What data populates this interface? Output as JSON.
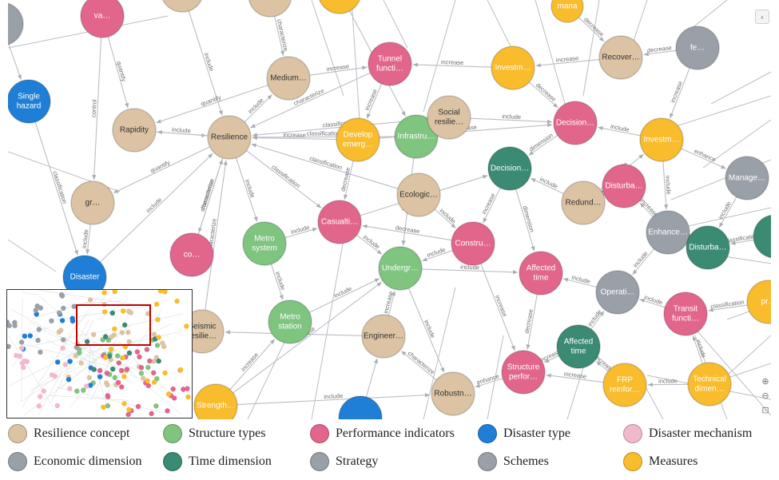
{
  "controls": {
    "collapse_icon": "‹",
    "zoom_in_icon": "⊕",
    "zoom_out_icon": "⊖",
    "fit_icon": "⊡"
  },
  "colors": {
    "Resilience concept": "#dcc3a3",
    "Structure types": "#7fc47f",
    "Performance indicators": "#e2668c",
    "Disaster type": "#1f7fd6",
    "Disaster mechanism": "#f2b8cb",
    "Economic dimension": "#9aa0a8",
    "Time dimension": "#3a8a74",
    "Strategy": "#9aa0a8",
    "Schemes": "#9aa0a8",
    "Measures": "#f8bc2c",
    "edge": "#b9bdc4",
    "minimap_viewport": "#c00000"
  },
  "legend": [
    {
      "label": "Resilience concept",
      "category": "Resilience concept"
    },
    {
      "label": "Structure types",
      "category": "Structure types"
    },
    {
      "label": "Performance indicators",
      "category": "Performance indicators"
    },
    {
      "label": "Disaster type",
      "category": "Disaster type"
    },
    {
      "label": "Disaster mechanism",
      "category": "Disaster mechanism"
    },
    {
      "label": "Economic dimension",
      "category": "Economic dimension"
    },
    {
      "label": "Time dimension",
      "category": "Time dimension"
    },
    {
      "label": "Strategy",
      "category": "Strategy"
    },
    {
      "label": "Schemes",
      "category": "Schemes"
    },
    {
      "label": "Measures",
      "category": "Measures"
    }
  ],
  "nodes": [
    {
      "id": "va",
      "label": "va…",
      "category": "Performance indicators"
    },
    {
      "id": "mana",
      "label": "mana",
      "category": "Measures"
    },
    {
      "id": "fe",
      "label": "fe…",
      "category": "Schemes"
    },
    {
      "id": "single-hazard",
      "label": "Single\nhazard",
      "category": "Disaster type"
    },
    {
      "id": "medium",
      "label": "Medium…",
      "category": "Resilience concept"
    },
    {
      "id": "tunnel",
      "label": "Tunnel\nfuncti…",
      "category": "Performance indicators"
    },
    {
      "id": "investm1",
      "label": "Investm…",
      "category": "Measures"
    },
    {
      "id": "recover",
      "label": "Recover…",
      "category": "Resilience concept"
    },
    {
      "id": "rapidity",
      "label": "Rapidity",
      "category": "Resilience concept"
    },
    {
      "id": "resilience",
      "label": "Resilience",
      "category": "Resilience concept"
    },
    {
      "id": "develop",
      "label": "Develop\nemerg…",
      "category": "Measures"
    },
    {
      "id": "infrastru",
      "label": "Infrastru…",
      "category": "Structure types"
    },
    {
      "id": "social",
      "label": "Social\nresilie…",
      "category": "Resilience concept"
    },
    {
      "id": "decision1",
      "label": "Decision…",
      "category": "Performance indicators"
    },
    {
      "id": "investm2",
      "label": "Investm…",
      "category": "Measures"
    },
    {
      "id": "decision2",
      "label": "Decision…",
      "category": "Time dimension"
    },
    {
      "id": "gr",
      "label": "gr…",
      "category": "Resilience concept"
    },
    {
      "id": "ecologic",
      "label": "Ecologic…",
      "category": "Resilience concept"
    },
    {
      "id": "redund",
      "label": "Redund…",
      "category": "Resilience concept"
    },
    {
      "id": "disturba1",
      "label": "Disturba…",
      "category": "Performance indicators"
    },
    {
      "id": "manage",
      "label": "Manage…",
      "category": "Schemes"
    },
    {
      "id": "co",
      "label": "co…",
      "category": "Performance indicators"
    },
    {
      "id": "metro-system",
      "label": "Metro\nsystem",
      "category": "Structure types"
    },
    {
      "id": "casualti",
      "label": "Casualti…",
      "category": "Performance indicators"
    },
    {
      "id": "constru",
      "label": "Constru…",
      "category": "Performance indicators"
    },
    {
      "id": "enhance",
      "label": "Enhance…",
      "category": "Strategy"
    },
    {
      "id": "disturba2",
      "label": "Disturba…",
      "category": "Time dimension"
    },
    {
      "id": "disaster",
      "label": "Disaster",
      "category": "Disaster type"
    },
    {
      "id": "undergr",
      "label": "Undergr…",
      "category": "Structure types"
    },
    {
      "id": "affected1",
      "label": "Affected\ntime",
      "category": "Performance indicators"
    },
    {
      "id": "operati",
      "label": "Operati…",
      "category": "Strategy"
    },
    {
      "id": "pr",
      "label": "pr…",
      "category": "Measures"
    },
    {
      "id": "metro-station",
      "label": "Metro\nstation",
      "category": "Structure types"
    },
    {
      "id": "transit",
      "label": "Transit\nfuncti…",
      "category": "Performance indicators"
    },
    {
      "id": "seismic",
      "label": "Seismic\nresilie…",
      "category": "Resilience concept"
    },
    {
      "id": "engineer",
      "label": "Engineer…",
      "category": "Resilience concept"
    },
    {
      "id": "affected2",
      "label": "Affected\ntime",
      "category": "Time dimension"
    },
    {
      "id": "structure-perf",
      "label": "Structure\nperfor…",
      "category": "Performance indicators"
    },
    {
      "id": "frp",
      "label": "FRP\nreinfor…",
      "category": "Measures"
    },
    {
      "id": "technical",
      "label": "Technical\ndimen…",
      "category": "Measures"
    },
    {
      "id": "robustn",
      "label": "Robustn…",
      "category": "Resilience concept"
    },
    {
      "id": "strength",
      "label": "Strength…",
      "category": "Measures"
    },
    {
      "id": "blue-bottom",
      "label": "",
      "category": "Disaster type"
    },
    {
      "id": "top-a",
      "label": "",
      "category": "Resilience concept"
    },
    {
      "id": "top-b",
      "label": "",
      "category": "Resilience concept"
    },
    {
      "id": "top-c",
      "label": "",
      "category": "Measures"
    },
    {
      "id": "right-green",
      "label": "",
      "category": "Time dimension"
    },
    {
      "id": "left-gray",
      "label": "",
      "category": "Economic dimension"
    }
  ],
  "edges": [
    {
      "from": "va",
      "to": "gr",
      "label": "control"
    },
    {
      "from": "single-hazard",
      "to": "disaster",
      "label": "classification"
    },
    {
      "from": "rapidity",
      "to": "resilience",
      "label": "include"
    },
    {
      "from": "medium",
      "to": "rapidity",
      "label": "quantify"
    },
    {
      "from": "resilience",
      "to": "gr",
      "label": "quantify"
    },
    {
      "from": "resilience",
      "to": "co",
      "label": "characterize"
    },
    {
      "from": "resilience",
      "to": "medium",
      "label": "include"
    },
    {
      "from": "resilience",
      "to": "casualti",
      "label": "classification"
    },
    {
      "from": "resilience",
      "to": "metro-system",
      "label": "include"
    },
    {
      "from": "resilience",
      "to": "rapidity",
      "label": ""
    },
    {
      "from": "gr",
      "to": "disaster",
      "label": "include"
    },
    {
      "from": "co",
      "to": "resilience",
      "label": "characterize"
    },
    {
      "from": "disaster",
      "to": "resilience",
      "label": "include"
    },
    {
      "from": "metro-system",
      "to": "metro-station",
      "label": "include"
    },
    {
      "from": "metro-station",
      "to": "undergr",
      "label": "include"
    },
    {
      "from": "casualti",
      "to": "undergr",
      "label": "include"
    },
    {
      "from": "develop",
      "to": "resilience",
      "label": "increase"
    },
    {
      "from": "develop",
      "to": "casualti",
      "label": "decrease"
    },
    {
      "from": "tunnel",
      "to": "develop",
      "label": "increase"
    },
    {
      "from": "tunnel",
      "to": "resilience",
      "label": "characterize"
    },
    {
      "from": "medium",
      "to": "tunnel",
      "label": "increase"
    },
    {
      "from": "infrastru",
      "to": "undergr",
      "label": "include"
    },
    {
      "from": "infrastru",
      "to": "resilience",
      "label": "classification"
    },
    {
      "from": "ecologic",
      "to": "resilience",
      "label": "classification"
    },
    {
      "from": "social",
      "to": "resilience",
      "label": "classification"
    },
    {
      "from": "investm1",
      "to": "decision1",
      "label": "decrease"
    },
    {
      "from": "investm1",
      "to": "tunnel",
      "label": "increase"
    },
    {
      "from": "recover",
      "to": "investm1",
      "label": "increase"
    },
    {
      "from": "mana",
      "to": "recover",
      "label": "decrease"
    },
    {
      "from": "fe",
      "to": "recover",
      "label": "decrease"
    },
    {
      "from": "fe",
      "to": "investm2",
      "label": "increase"
    },
    {
      "from": "investm2",
      "to": "decision1",
      "label": "include"
    },
    {
      "from": "investm2",
      "to": "enhance",
      "label": "include"
    },
    {
      "from": "investm2",
      "to": "manage",
      "label": "enhance"
    },
    {
      "from": "decision1",
      "to": "decision2",
      "label": "dimension"
    },
    {
      "from": "decision2",
      "to": "constru",
      "label": "increase"
    },
    {
      "from": "decision2",
      "to": "affected1",
      "label": "dimension"
    },
    {
      "from": "redund",
      "to": "decision2",
      "label": "include"
    },
    {
      "from": "disturba1",
      "to": "redund",
      "label": "increase"
    },
    {
      "from": "enhance",
      "to": "disturba1",
      "label": "increase"
    },
    {
      "from": "enhance",
      "to": "operati",
      "label": "include"
    },
    {
      "from": "disturba2",
      "to": "enhance",
      "label": "classification"
    },
    {
      "from": "operati",
      "to": "affected1",
      "label": "include"
    },
    {
      "from": "transit",
      "to": "operati",
      "label": "include"
    },
    {
      "from": "pr",
      "to": "transit",
      "label": "classification"
    },
    {
      "from": "constru",
      "to": "casualti",
      "label": "decrease"
    },
    {
      "from": "constru",
      "to": "undergr",
      "label": "include"
    },
    {
      "from": "affected1",
      "to": "structure-perf",
      "label": "decrease"
    },
    {
      "from": "affected2",
      "to": "structure-perf",
      "label": "increase"
    },
    {
      "from": "affected2",
      "to": "operati",
      "label": "include"
    },
    {
      "from": "frp",
      "to": "affected2",
      "label": "increase"
    },
    {
      "from": "frp",
      "to": "structure-perf",
      "label": "increase"
    },
    {
      "from": "technical",
      "to": "frp",
      "label": "include"
    },
    {
      "from": "technical",
      "to": "transit",
      "label": "include"
    },
    {
      "from": "structure-perf",
      "to": "robustn",
      "label": "enhance"
    },
    {
      "from": "robustn",
      "to": "engineer",
      "label": "characterize"
    },
    {
      "from": "engineer",
      "to": "undergr",
      "label": "increase"
    },
    {
      "from": "engineer",
      "to": "seismic",
      "label": "include"
    },
    {
      "from": "seismic",
      "to": "resilience",
      "label": "characterize"
    },
    {
      "from": "strength",
      "to": "metro-station",
      "label": "increase"
    },
    {
      "from": "strength",
      "to": "undergr",
      "label": "increase"
    },
    {
      "from": "strength",
      "to": "robustn",
      "label": "include"
    },
    {
      "from": "undergr",
      "to": "robustn",
      "label": "include"
    },
    {
      "from": "casualti",
      "to": "decision2",
      "label": "increase"
    },
    {
      "from": "develop",
      "to": "decision1",
      "label": "increase"
    },
    {
      "from": "social",
      "to": "decision1",
      "label": "include"
    },
    {
      "from": "ecologic",
      "to": "constru",
      "label": "include"
    },
    {
      "from": "undergr",
      "to": "affected1",
      "label": "include"
    },
    {
      "from": "metro-system",
      "to": "casualti",
      "label": "include"
    },
    {
      "from": "redund",
      "to": "investm2",
      "label": "include"
    },
    {
      "from": "manage",
      "to": "disturba2",
      "label": "include"
    },
    {
      "from": "constru",
      "to": "structure-perf",
      "label": "increase"
    },
    {
      "from": "top-a",
      "to": "resilience",
      "label": "include"
    },
    {
      "from": "top-b",
      "to": "medium",
      "label": "characterize"
    },
    {
      "from": "top-c",
      "to": "infrastru",
      "label": "increase"
    },
    {
      "from": "left-gray",
      "to": "single-hazard",
      "label": ""
    },
    {
      "from": "blue-bottom",
      "to": "engineer",
      "label": ""
    },
    {
      "from": "right-green",
      "to": "disturba2",
      "label": "classification"
    },
    {
      "from": "va",
      "to": "rapidity",
      "label": "quantify"
    }
  ],
  "minimap": {
    "dots": [
      {
        "category": "Resilience concept",
        "count": 30
      },
      {
        "category": "Structure types",
        "count": 20
      },
      {
        "category": "Performance indicators",
        "count": 30
      },
      {
        "category": "Disaster type",
        "count": 14
      },
      {
        "category": "Disaster mechanism",
        "count": 18
      },
      {
        "category": "Economic dimension",
        "count": 20
      },
      {
        "category": "Time dimension",
        "count": 10
      },
      {
        "category": "Measures",
        "count": 26
      }
    ]
  }
}
